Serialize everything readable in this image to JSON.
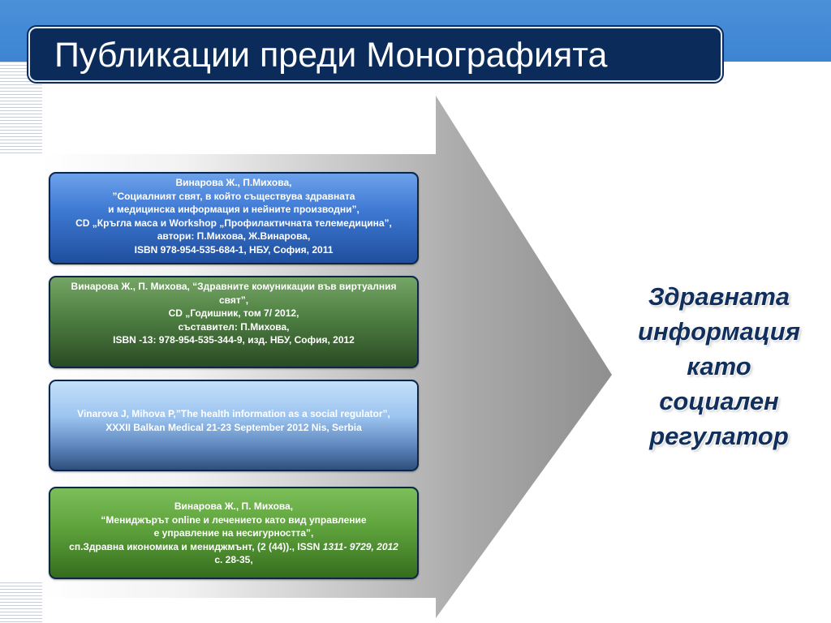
{
  "slide": {
    "title": "Публикации преди Монографията",
    "cards": [
      {
        "lines": [
          "Винарова Ж., П.Михова,",
          "”Социалният свят, в който съществува здравната",
          "и медицинска информация и нейните производни”,",
          "CD „Кръгла маса и Workshop „Профилактичната телемедицина”,",
          "автори: П.Михова, Ж.Винарова,",
          "ISBN 978-954-535-684-1, НБУ, София, 2011"
        ]
      },
      {
        "lines": [
          "Винарова Ж., П. Михова, “Здравните комуникации във виртуалния",
          "свят”,",
          "CD „Годишник, том 7/ 2012,",
          "съставител: П.Михова,",
          "ISBN -13: 978-954-535-344-9, изд. НБУ, София, 2012"
        ]
      },
      {
        "lines": [
          "Vinarova J, Mihova P,”The health information as a social regulator”,",
          "XXXII Balkan Medical 21-23 September 2012 Nis, Serbia"
        ]
      },
      {
        "lines": [
          "Винарова Ж.,  П. Михова,",
          "“Мениджърът online и лечението като вид управление",
          "е управление на несигурността”,"
        ],
        "line4_prefix": "сп.Здравна икономика и мениджмънт, (2 (44))., ISSN ",
        "line4_italic": "1311- 9729, 2012",
        "line5": "с. 28-35,"
      }
    ],
    "conclusion": [
      "Здравната",
      "информация",
      "като",
      "социален",
      "регулатор"
    ]
  }
}
